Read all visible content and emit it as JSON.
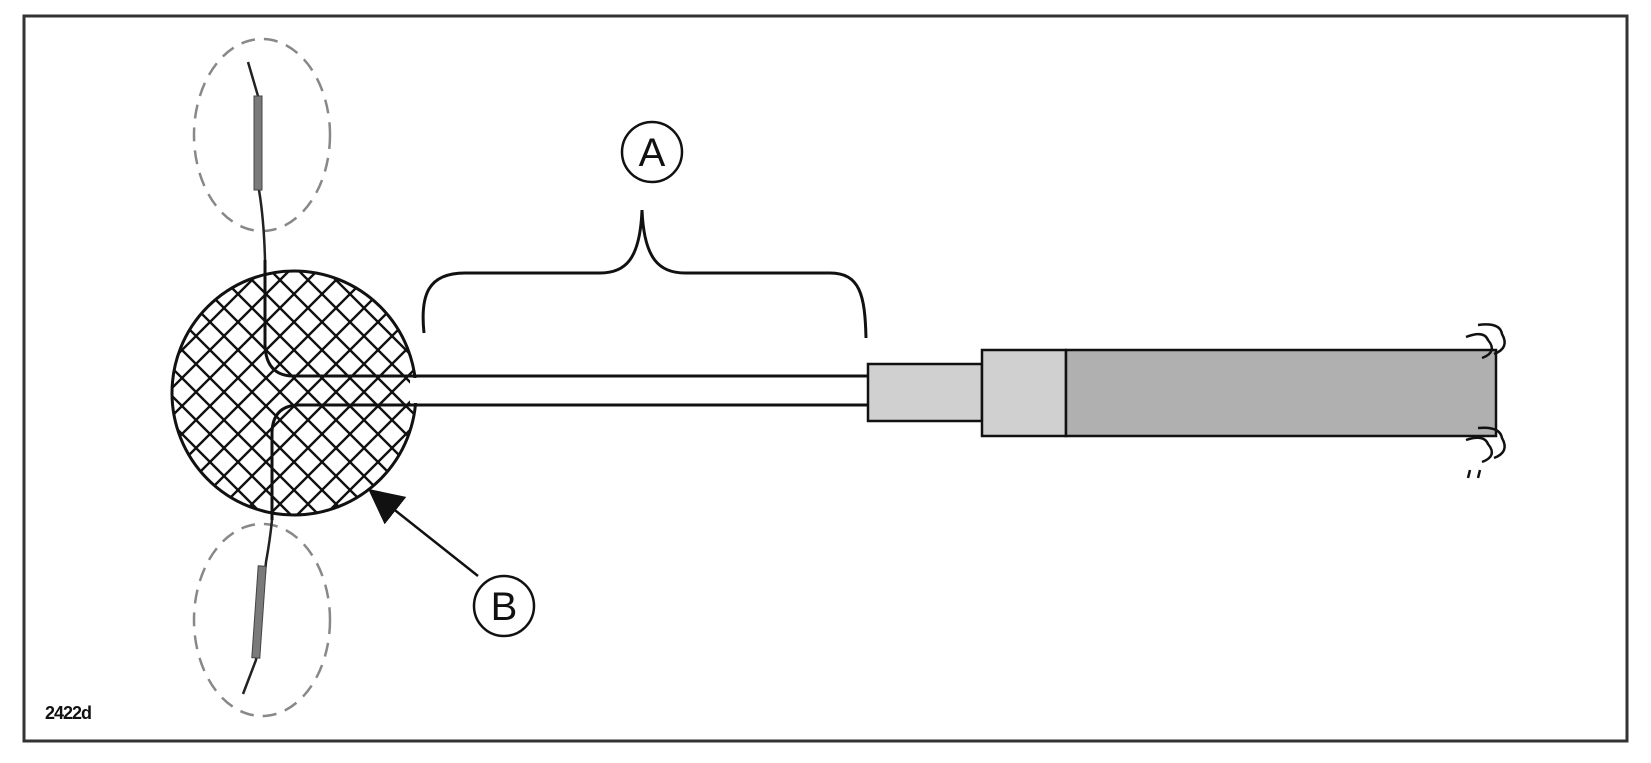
{
  "figure": {
    "id": "2422d",
    "callouts": [
      {
        "key": "A",
        "label": "A"
      },
      {
        "key": "B",
        "label": "B"
      }
    ]
  },
  "colors": {
    "frame": "#333333",
    "line": "#111111",
    "dashed_ellipse": "#888888",
    "wire_core": "#777777",
    "connector_light": "#d0d0d0",
    "cable_sheath": "#b0b0b0"
  }
}
